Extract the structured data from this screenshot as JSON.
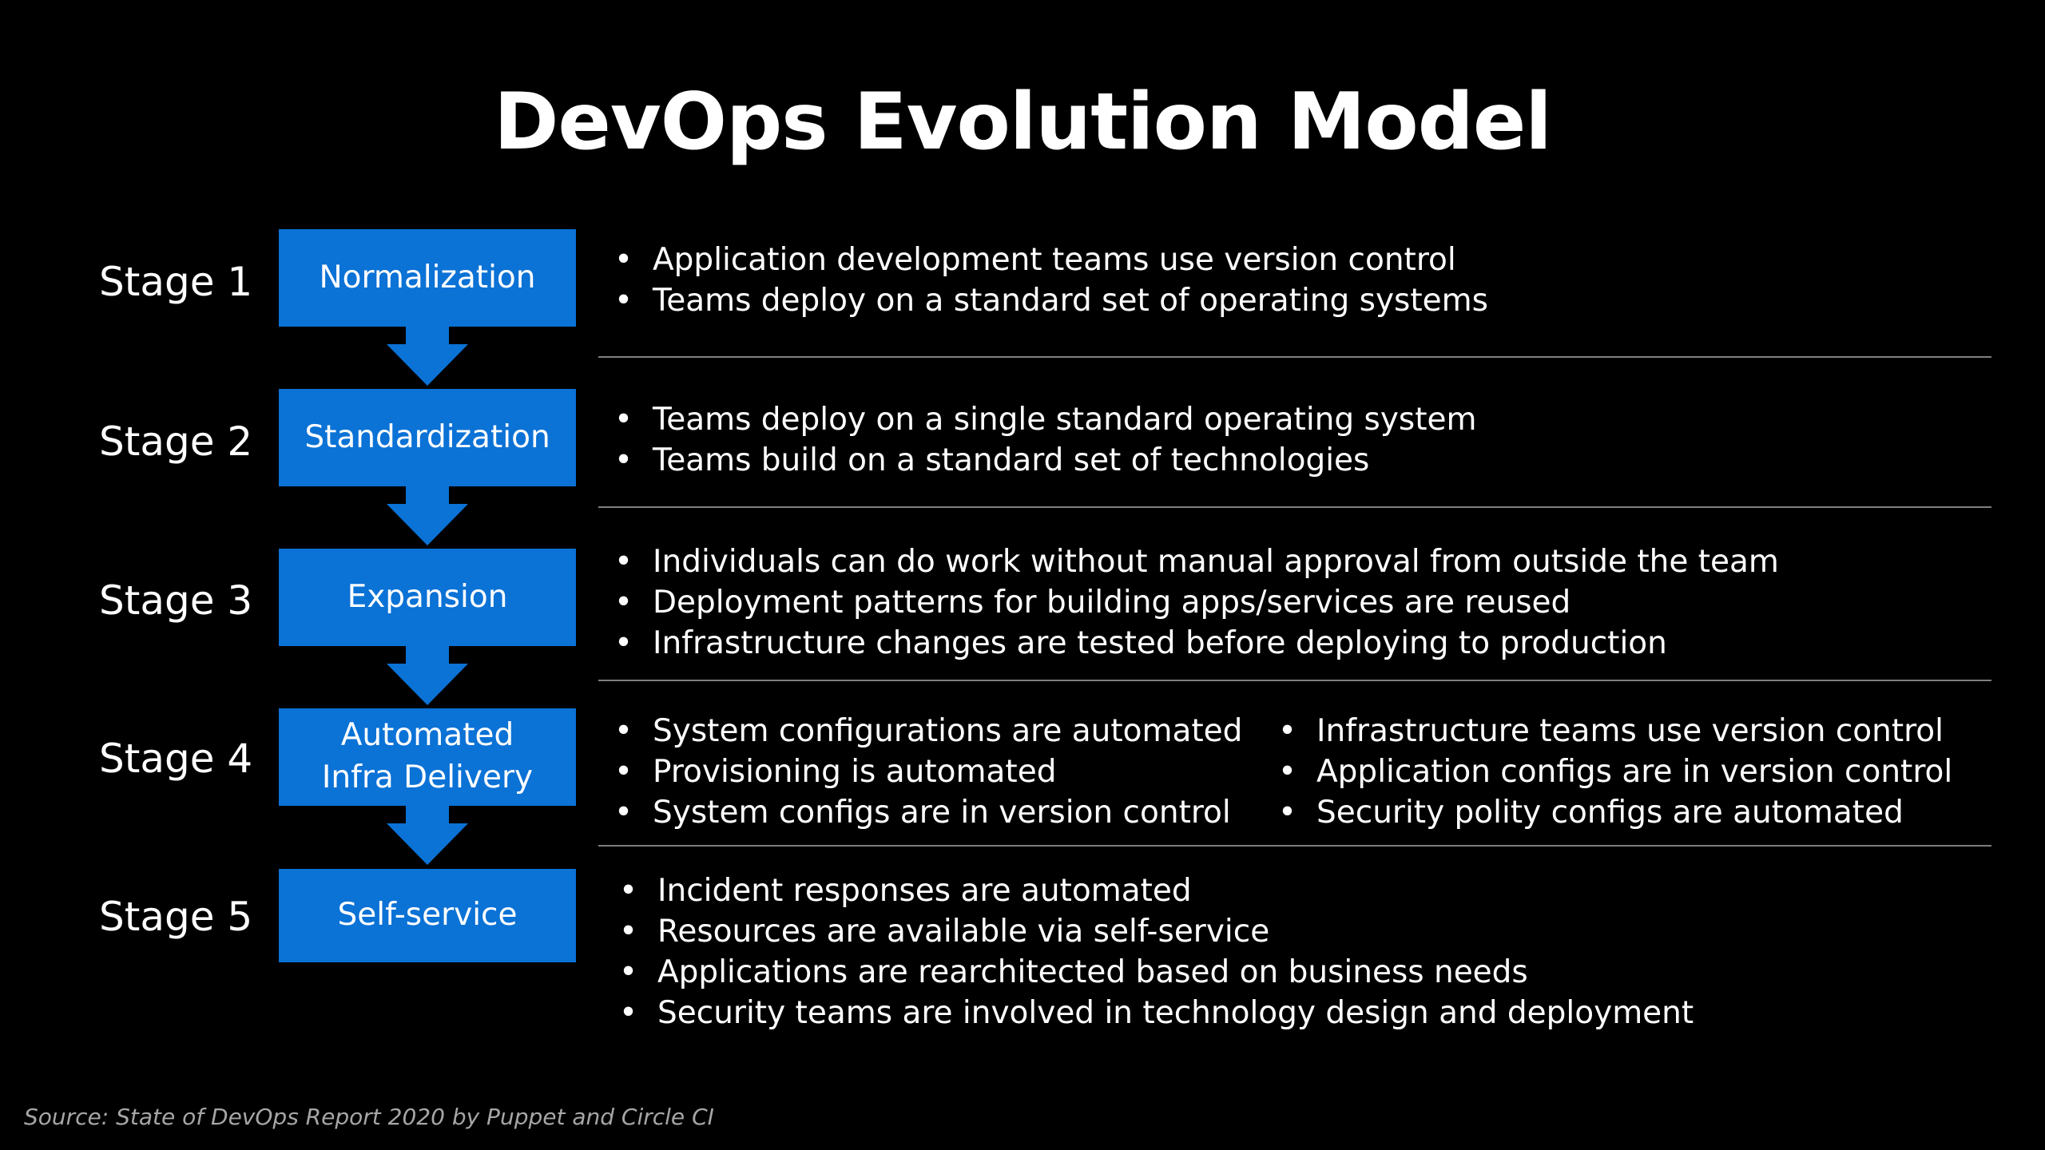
{
  "title": "DevOps Evolution Model",
  "accent_color": "#0b72d6",
  "stages": [
    {
      "label": "Stage 1",
      "box": "Normalization",
      "bullets": [
        "Application development teams use version control",
        "Teams deploy on a standard set of operating systems"
      ]
    },
    {
      "label": "Stage 2",
      "box": "Standardization",
      "bullets": [
        "Teams deploy on a single standard operating system",
        "Teams build on a standard set of technologies"
      ]
    },
    {
      "label": "Stage 3",
      "box": "Expansion",
      "bullets": [
        "Individuals can do work without manual approval from outside the team",
        "Deployment patterns for building apps/services are reused",
        "Infrastructure changes are tested before deploying to production"
      ]
    },
    {
      "label": "Stage 4",
      "box": "Automated\nInfra Delivery",
      "bullets_left": [
        "System configurations are automated",
        "Provisioning is automated",
        "System configs are in version control"
      ],
      "bullets_right": [
        "Infrastructure teams use version control",
        "Application configs are in version control",
        "Security polity configs are automated"
      ]
    },
    {
      "label": "Stage 5",
      "box": "Self-service",
      "bullets": [
        "Incident responses are automated",
        "Resources are available via self-service",
        "Applications are rearchitected based on business needs",
        "Security teams are involved in technology design and deployment"
      ]
    }
  ],
  "bullet_char": "•",
  "source": "Source: State of DevOps Report 2020 by Puppet and Circle CI"
}
